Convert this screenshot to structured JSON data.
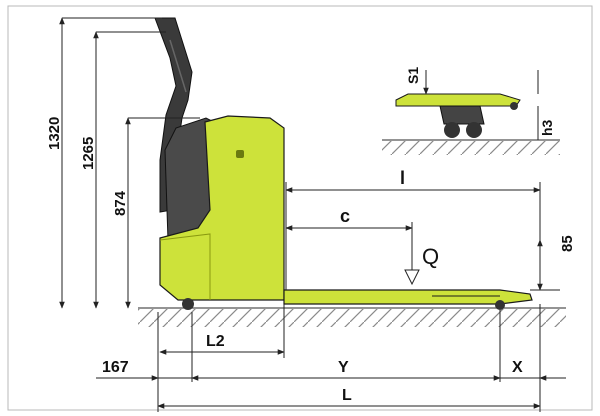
{
  "diagram": {
    "colors": {
      "body": "#cde23a",
      "body_dark": "#a9bb22",
      "handle": "#3a3a3a",
      "ground_hatch": "#8a8a8a",
      "dim_line": "#222222",
      "border": "#b0b0b0"
    },
    "dimensions": {
      "overall_height": "1320",
      "handle_height": "1265",
      "body_height": "874",
      "fork_height": "85",
      "front_overhang": "167",
      "fork_length": "l",
      "load_center": "c",
      "load": "Q",
      "lift_stroke": "S1",
      "lowered_height": "h3",
      "l2": "L2",
      "y": "Y",
      "x": "X",
      "overall_length": "L"
    }
  }
}
